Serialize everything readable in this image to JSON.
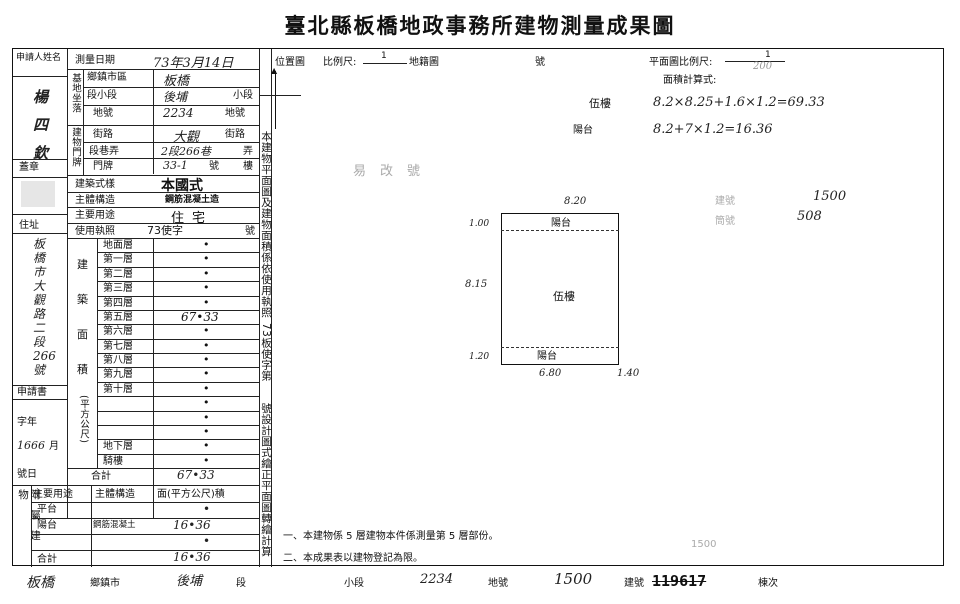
{
  "title": "臺北縣板橋地政事務所建物測量成果圖",
  "left_col": {
    "applicant_label": "申請人姓名",
    "applicant_value": "楊四欽",
    "seal_label": "蓋章",
    "address_label": "住址",
    "address_value": "板橋市大觀路二段266號",
    "application_label": "申請書",
    "word_label": "字年",
    "word_value": "1666",
    "month_label": "月",
    "number_label": "號日"
  },
  "form": {
    "survey_date_label": "測量日期",
    "survey_date_value": "73年3月14日",
    "land_label": "基地坐落",
    "township_label": "鄉鎮市區",
    "township_value": "板橋",
    "section_label": "段小段",
    "section_value": "後埔",
    "subsection_label": "小段",
    "lot_label": "地號",
    "lot_value": "2234",
    "lot_suffix": "地號",
    "building_door_label": "建物門牌",
    "street_label": "街路",
    "street_value": "大觀",
    "street_suffix": "街路",
    "lane_label": "段巷弄",
    "lane_value": "2段266巷",
    "lane_suffix": "弄",
    "door_label": "門牌",
    "door_value": "33-1",
    "door_suffix": "號",
    "door_suffix2": "樓",
    "style_label": "建築式樣",
    "style_value": "本國式",
    "structure_label": "主體構造",
    "structure_value": "鋼筋混凝土造",
    "use_label": "主要用途",
    "use_value": "住宅",
    "permit_label": "使用執照",
    "permit_value": "73使字",
    "permit_suffix": "號",
    "area_labels": {
      "jian": "建",
      "zhu": "築",
      "mian": "面",
      "ji": "積"
    },
    "unit_label": "(平方公尺)",
    "floors": [
      "地面層",
      "第一層",
      "第二層",
      "第三層",
      "第四層",
      "第五層",
      "第六層",
      "第七層",
      "第八層",
      "第九層",
      "第十層",
      "",
      "",
      "",
      "地下層",
      "騎樓"
    ],
    "floor_values": [
      "•",
      "•",
      "•",
      "•",
      "•",
      "67•33",
      "•",
      "•",
      "•",
      "•",
      "•",
      "•",
      "•",
      "•",
      "•",
      "•"
    ],
    "total_label": "合計",
    "total_value": "67•33",
    "attached_label": "附屬建物",
    "attached_use_label": "主要用途",
    "attached_structure_label": "主體構造",
    "attached_area_label": "面(平方公尺)積",
    "attached_rows": [
      {
        "use": "平台",
        "structure": "",
        "area": "•"
      },
      {
        "use": "陽台",
        "structure": "鋼筋混凝土",
        "area": "16•36"
      },
      {
        "use": "",
        "structure": "",
        "area": "•"
      }
    ],
    "attached_total_label": "合計",
    "attached_total_value": "16•36"
  },
  "vertical_note": {
    "text1": "本建物平面圖及建物面積係依使用執照",
    "text2": "73板使字第",
    "text3": "號設計圖式繪正平面圖轉繪計算"
  },
  "drawing": {
    "location_label": "位置圖",
    "scale_label": "比例尺:",
    "scale_value": "1",
    "cadastral_label": "地籍圖",
    "number_suffix": "號",
    "plan_scale_label": "平面圖比例尺:",
    "plan_scale_value": "1",
    "plan_scale_denominator": "200",
    "area_calc_label": "面積計算式:",
    "calc1_label": "伍樓",
    "calc1_value": "8.2×8.25+1.6×1.2=69.33",
    "calc2_label": "陽台",
    "calc2_value": "8.2+7×1.2=16.36",
    "stamp_text": "易改號",
    "building_no_label": "建號",
    "building_no_value": "1500",
    "cabinet_label": "筒號",
    "cabinet_value": "508",
    "dim_top": "8.20",
    "dim_left_top": "1.00",
    "dim_left_mid": "8.15",
    "dim_left_bot": "1.20",
    "dim_bot1": "6.80",
    "dim_bot2": "1.40",
    "room_top": "陽台",
    "room_mid": "伍樓",
    "room_bot": "陽台",
    "note1": "一、本建物係 5 層建物本件係測量第 5 層部份。",
    "note2": "二、本成果表以建物登記為限。",
    "note_mark": "1500"
  },
  "footer": {
    "township_value": "板橋",
    "township_label": "鄉鎮市",
    "section_value": "後埔",
    "section_label": "段",
    "subsection_label": "小段",
    "lot_value": "2234",
    "lot_label": "地號",
    "bno_value": "1500",
    "bno_label": "建號",
    "bno_crossed": "119617",
    "cabinet_label": "棟次"
  }
}
